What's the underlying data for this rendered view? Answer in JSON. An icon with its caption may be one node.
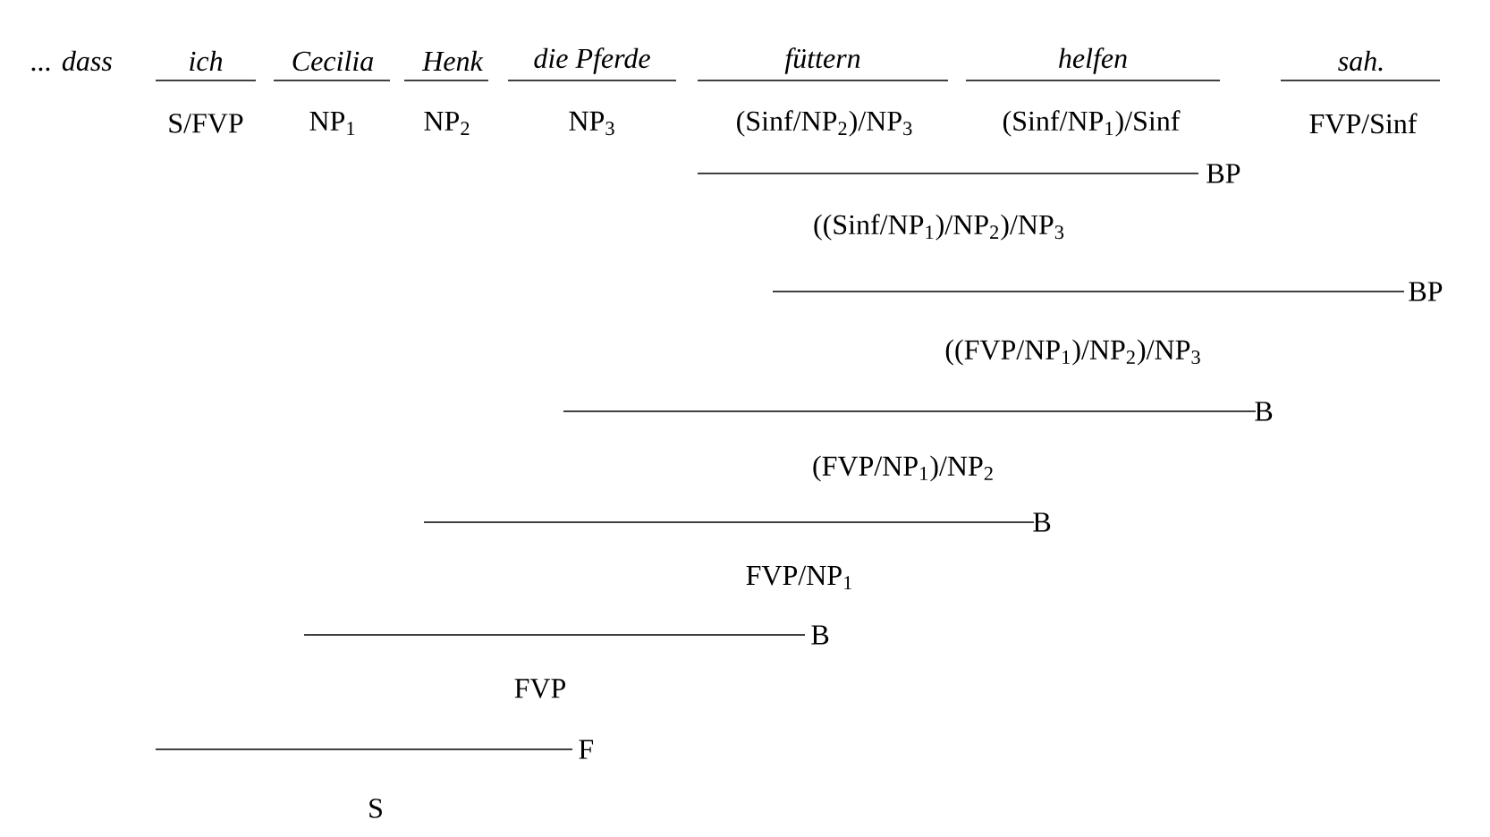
{
  "diagram": {
    "labels": [
      "... dass",
      "ich",
      "Cecilia",
      "Henk",
      "die Pferde",
      "füttern",
      "helfen",
      "sah.",
      "S/FVP",
      "NP$_{1}$",
      "NP$_{2}$",
      "NP$_{3}$",
      "(Sinf/NP$_{2}$)/NP$_{3}$",
      "(Sinf/NP$_{1}$)/Sinf",
      "FVP/Sinf",
      "BP",
      "((Sinf/NP$_{1}$)/NP$_{2}$)/NP$_{3}$",
      "BP",
      "((FVP/NP$_{1}$)/NP$_{2}$)/NP$_{3}$",
      "B",
      "(FVP/NP$_{1}$)/NP$_{2}$",
      "B",
      "FVP/NP$_{1}$",
      "B",
      "FVP",
      "F",
      "S"
    ]
  }
}
